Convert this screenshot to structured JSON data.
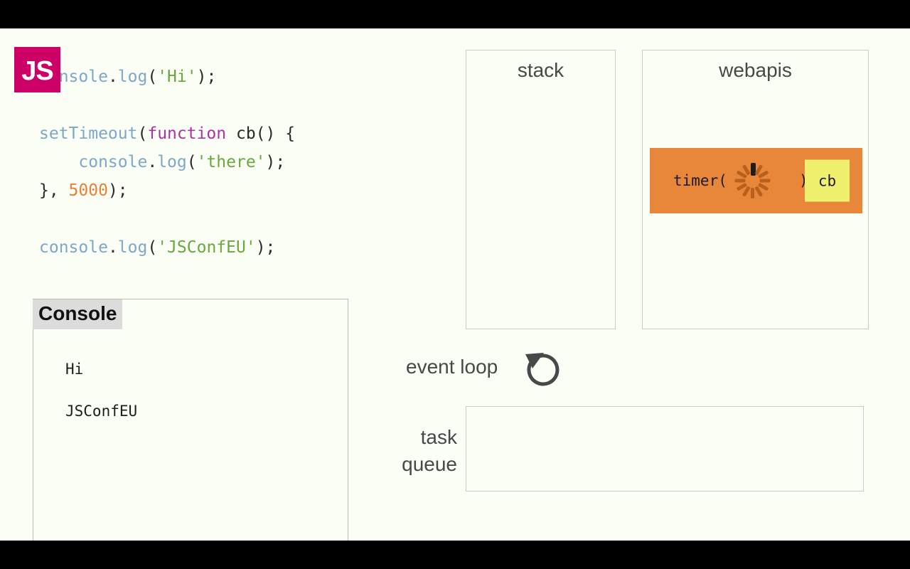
{
  "stage": {
    "background_color": "#fbfef5",
    "letterbox_color": "#000000"
  },
  "logo": {
    "text": "JS",
    "background_color": "#cc0066",
    "text_color": "#ffffff"
  },
  "code": {
    "lines": [
      {
        "tokens": [
          {
            "text": "console",
            "kind": "fn"
          },
          {
            "text": ".",
            "kind": "plain"
          },
          {
            "text": "log",
            "kind": "fn"
          },
          {
            "text": "(",
            "kind": "plain"
          },
          {
            "text": "'Hi'",
            "kind": "str"
          },
          {
            "text": ");",
            "kind": "plain"
          }
        ]
      },
      {
        "tokens": []
      },
      {
        "tokens": [
          {
            "text": "setTimeout",
            "kind": "fn"
          },
          {
            "text": "(",
            "kind": "plain"
          },
          {
            "text": "function",
            "kind": "kw"
          },
          {
            "text": " cb() {",
            "kind": "plain"
          }
        ]
      },
      {
        "tokens": [
          {
            "text": "    ",
            "kind": "plain"
          },
          {
            "text": "console",
            "kind": "fn"
          },
          {
            "text": ".",
            "kind": "plain"
          },
          {
            "text": "log",
            "kind": "fn"
          },
          {
            "text": "(",
            "kind": "plain"
          },
          {
            "text": "'there'",
            "kind": "str"
          },
          {
            "text": ");",
            "kind": "plain"
          }
        ]
      },
      {
        "tokens": [
          {
            "text": "}, ",
            "kind": "plain"
          },
          {
            "text": "5000",
            "kind": "num"
          },
          {
            "text": ");",
            "kind": "plain"
          }
        ]
      },
      {
        "tokens": []
      },
      {
        "tokens": [
          {
            "text": "console",
            "kind": "fn"
          },
          {
            "text": ".",
            "kind": "plain"
          },
          {
            "text": "log",
            "kind": "fn"
          },
          {
            "text": "(",
            "kind": "plain"
          },
          {
            "text": "'JSConfEU'",
            "kind": "str"
          },
          {
            "text": ");",
            "kind": "plain"
          }
        ]
      }
    ],
    "colors": {
      "function": "#7da7cb",
      "keyword": "#a935a9",
      "string": "#6aa83c",
      "number": "#e8803a",
      "plain": "#2a2a2a"
    }
  },
  "console": {
    "tab_label": "Console",
    "tab_background": "#dcdcdc",
    "output": [
      "Hi",
      "JSConfEU"
    ]
  },
  "stack_panel": {
    "title": "stack",
    "frames": []
  },
  "webapis_panel": {
    "title": "webapis",
    "entries": [
      {
        "label": "timer(",
        "label_suffix": ")",
        "spinner": "loading-spinner",
        "callback_label": "cb",
        "row_color": "#e8873a",
        "callback_color": "#eff06e"
      }
    ]
  },
  "event_loop": {
    "label": "event loop",
    "icon": "circular-arrow-icon",
    "icon_color": "#45494a"
  },
  "task_queue": {
    "label_line1": "task",
    "label_line2": "queue",
    "items": []
  }
}
